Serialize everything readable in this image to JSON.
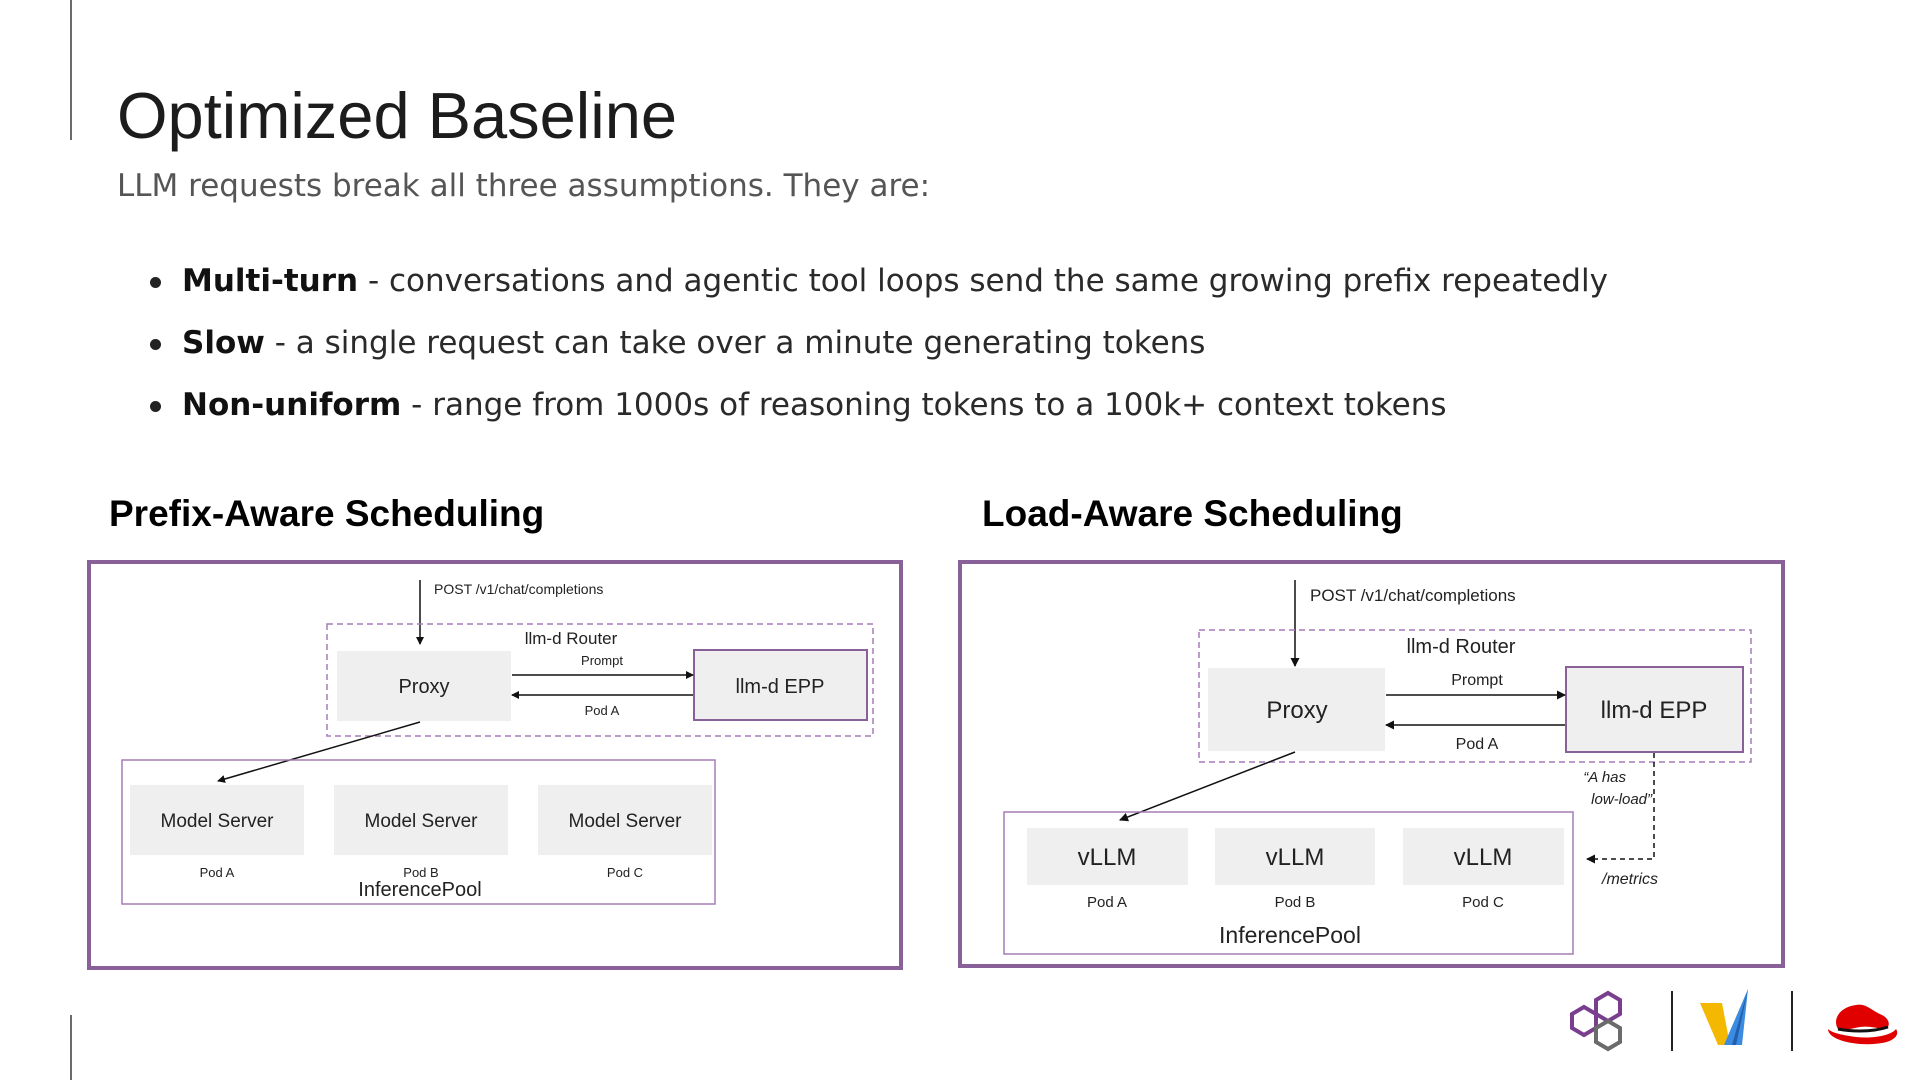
{
  "slide": {
    "title": "Optimized Baseline",
    "subtitle": "LLM requests break all three assumptions. They are:",
    "bullets": [
      {
        "term": "Multi-turn",
        "text": " - conversations and agentic tool loops send the same growing prefix repeatedly"
      },
      {
        "term": "Slow",
        "text": " - a single request can take over a minute generating tokens"
      },
      {
        "term": "Non-uniform",
        "text": " - range from 1000s of reasoning tokens to a 100k+ context tokens"
      }
    ]
  },
  "left_diagram": {
    "heading": "Prefix-Aware Scheduling",
    "endpoint": "POST /v1/chat/completions",
    "router_label": "llm-d Router",
    "proxy": "Proxy",
    "epp": "llm-d EPP",
    "prompt_label": "Prompt",
    "return_label": "Pod A",
    "pool_label": "InferencePool",
    "servers": [
      {
        "name": "Model Server",
        "pod": "Pod A"
      },
      {
        "name": "Model Server",
        "pod": "Pod B"
      },
      {
        "name": "Model Server",
        "pod": "Pod C"
      }
    ]
  },
  "right_diagram": {
    "heading": "Load-Aware Scheduling",
    "endpoint": "POST /v1/chat/completions",
    "router_label": "llm-d Router",
    "proxy": "Proxy",
    "epp": "llm-d EPP",
    "prompt_label": "Prompt",
    "return_label": "Pod A",
    "note_line1": "“A has",
    "note_line2": "low-load”",
    "metrics_label": "/metrics",
    "pool_label": "InferencePool",
    "servers": [
      {
        "name": "vLLM",
        "pod": "Pod A"
      },
      {
        "name": "vLLM",
        "pod": "Pod B"
      },
      {
        "name": "vLLM",
        "pod": "Pod C"
      }
    ]
  },
  "colors": {
    "panel_border": "#8a6099",
    "router_dash": "#a67db8",
    "box_fill": "#efefef",
    "logo_red": "#e00000",
    "logo_purple": "#7a3e8f"
  },
  "logos": [
    "llm-d-logo",
    "vllm-logo",
    "red-hat-logo"
  ]
}
